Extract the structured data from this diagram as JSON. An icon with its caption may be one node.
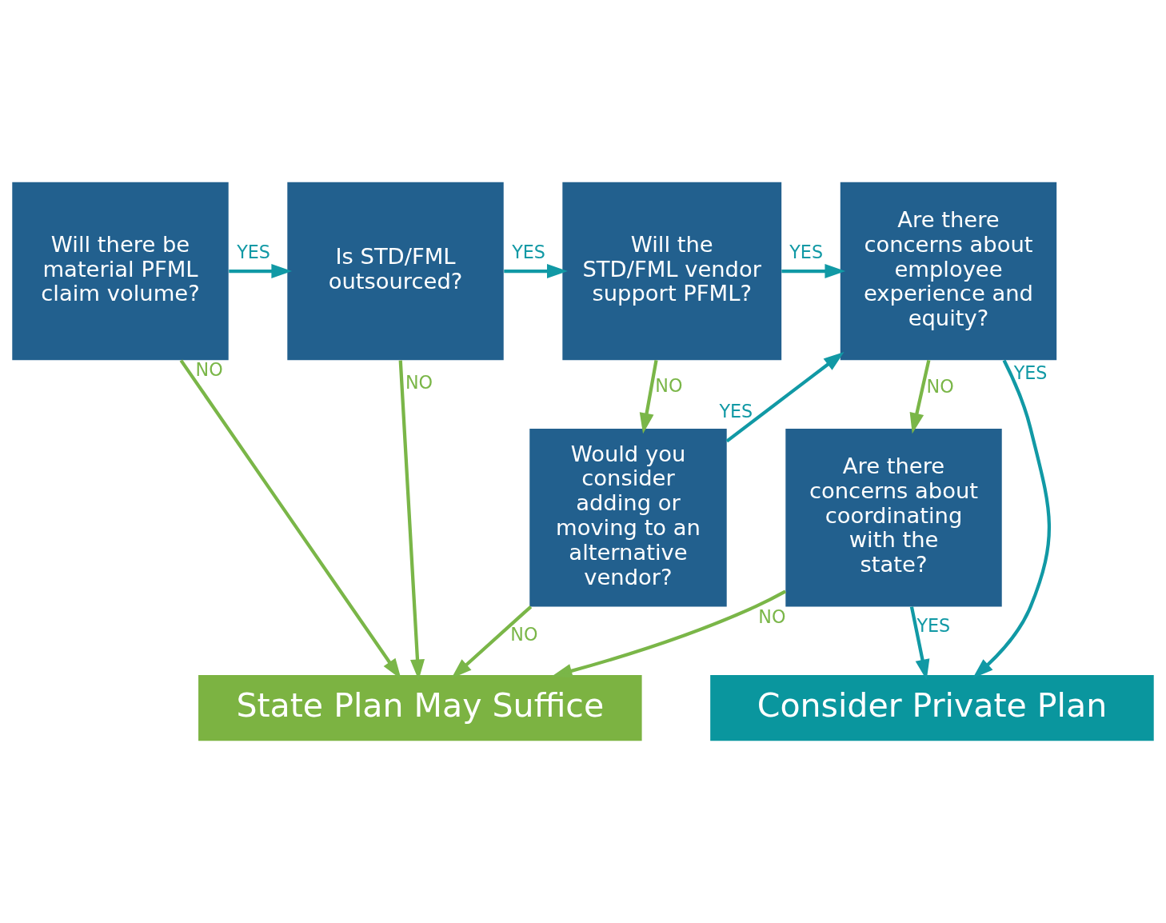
{
  "diagram": {
    "nodes": [
      {
        "text": [
          "Will there be material PFML claim volume?"
        ]
      },
      {
        "text": [
          "Is STD/FML outsourced?"
        ]
      },
      {
        "text": [
          "Will the STD/FML vendor support PFML?"
        ]
      },
      {
        "text": [
          "Are there concerns about employee experience and equity?"
        ]
      },
      {
        "text": [
          "Would you consider adding or moving to an alternative vendor?"
        ]
      },
      {
        "text": [
          "Are there concerns about coordinating with the state?"
        ]
      },
      {
        "text": [
          "State Plan May Suffice"
        ]
      },
      {
        "text": [
          "Consider Private Plan"
        ]
      }
    ],
    "edges": [
      {
        "from": 0,
        "to": 1,
        "arrow": "to",
        "label": "YES",
        "color": "#1199a5"
      },
      {
        "from": 1,
        "to": 2,
        "arrow": "to",
        "label": "YES",
        "color": "#1199a5"
      },
      {
        "from": 2,
        "to": 3,
        "arrow": "to",
        "label": "YES",
        "color": "#1199a5"
      },
      {
        "from": 0,
        "to": 6,
        "arrow": "to",
        "label": "NO",
        "color": "#7ab648"
      },
      {
        "from": 1,
        "to": 6,
        "arrow": "to",
        "label": "NO",
        "color": "#7ab648"
      },
      {
        "from": 2,
        "to": 4,
        "arrow": "to",
        "label": "NO",
        "color": "#7ab648"
      },
      {
        "from": 3,
        "to": 5,
        "arrow": "to",
        "label": "NO",
        "color": "#7ab648"
      },
      {
        "from": 3,
        "to": 7,
        "arrow": "to",
        "label": "YES",
        "color": "#1199a5"
      },
      {
        "from": 4,
        "to": 3,
        "arrow": "to",
        "label": "YES",
        "color": "#1199a5"
      },
      {
        "from": 4,
        "to": 6,
        "arrow": "to",
        "label": "NO",
        "color": "#7ab648"
      },
      {
        "from": 5,
        "to": 6,
        "arrow": "to",
        "label": "NO",
        "color": "#7ab648"
      },
      {
        "from": 5,
        "to": 7,
        "arrow": "to",
        "label": "YES",
        "color": "#1199a5"
      }
    ]
  }
}
